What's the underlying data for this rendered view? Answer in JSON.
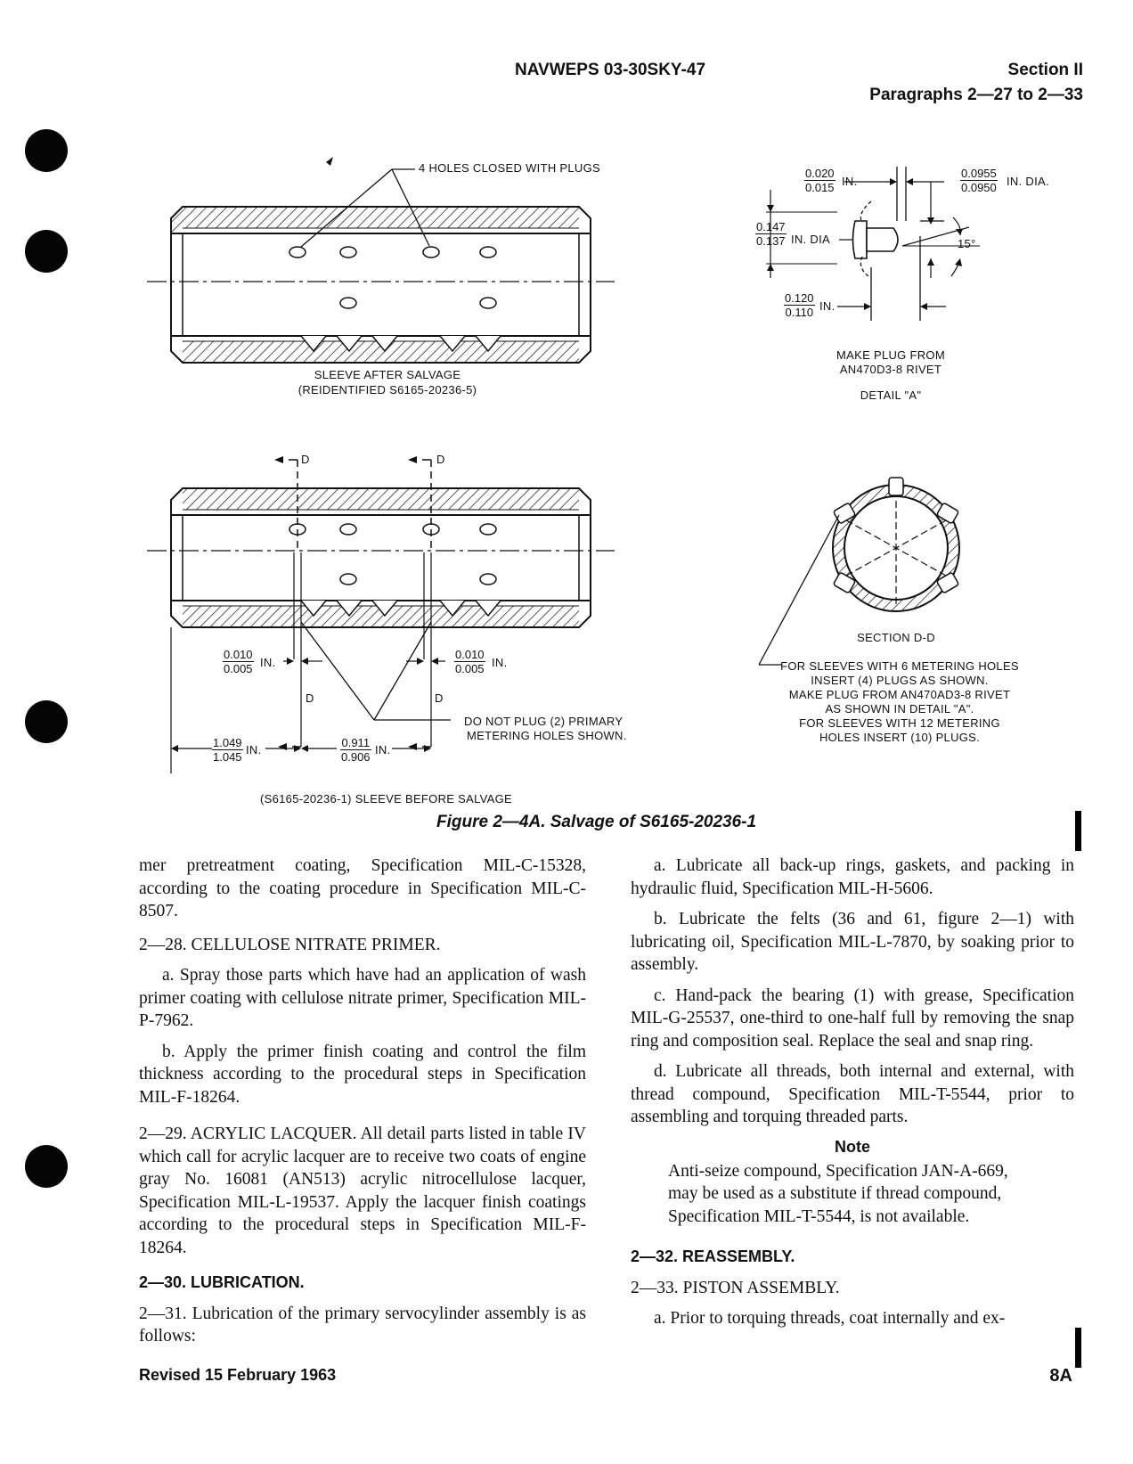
{
  "header": {
    "doc_number": "NAVWEPS 03-30SKY-47",
    "section": "Section II",
    "paragraphs": "Paragraphs 2—27 to 2—33"
  },
  "figure": {
    "caption": "Figure 2—4A. Salvage of S6165-20236-1",
    "top_sleeve": {
      "callout": "4 HOLES CLOSED WITH PLUGS",
      "caption_line1": "SLEEVE AFTER SALVAGE",
      "caption_line2": "(REIDENTIFIED S6165-20236-5)"
    },
    "detail_a": {
      "dim1_num": "0.020",
      "dim1_den": "0.015",
      "dim1_unit": "IN.",
      "dim2_num": "0.0955",
      "dim2_den": "0.0950",
      "dim2_unit": "IN. DIA.",
      "dim3_num": "0.147",
      "dim3_den": "0.137",
      "dim3_unit": "IN. DIA",
      "dim4_num": "0.120",
      "dim4_den": "0.110",
      "dim4_unit": "IN.",
      "angle": "15°",
      "note_line1": "MAKE PLUG FROM",
      "note_line2": "AN470D3-8 RIVET",
      "title": "DETAIL \"A\""
    },
    "bottom_sleeve": {
      "section_mark": "D",
      "dimL_num": "0.010",
      "dimL_den": "0.005",
      "dimL_unit": "IN.",
      "dimR_num": "0.010",
      "dimR_den": "0.005",
      "dimR_unit": "IN.",
      "dim_len1_num": "1.049",
      "dim_len1_den": "1.045",
      "dim_len1_unit": "IN.",
      "dim_len2_num": "0.911",
      "dim_len2_den": "0.906",
      "dim_len2_unit": "IN.",
      "callout_line1": "DO NOT PLUG (2) PRIMARY",
      "callout_line2": "METERING HOLES SHOWN.",
      "caption": "(S6165-20236-1) SLEEVE BEFORE SALVAGE"
    },
    "section_dd": {
      "title": "SECTION D-D",
      "note": [
        "FOR SLEEVES WITH 6 METERING HOLES",
        "INSERT (4) PLUGS AS SHOWN.",
        "MAKE PLUG FROM AN470AD3-8 RIVET",
        "AS SHOWN IN DETAIL \"A\".",
        "FOR SLEEVES WITH 12 METERING",
        "HOLES INSERT (10) PLUGS."
      ]
    }
  },
  "left_column": {
    "p_cont": "mer pretreatment coating, Specification MIL-C-15328, according to the coating procedure in Specification MIL-C-8507.",
    "h_228": "2—28. CELLULOSE NITRATE PRIMER.",
    "p_228a": "a. Spray those parts which have had an application of wash primer coating with cellulose nitrate primer, Specification MIL-P-7962.",
    "p_228b": "b. Apply the primer finish coating and control the film thickness according to the procedural steps in Specification MIL-F-18264.",
    "p_229": "2—29. ACRYLIC LACQUER. All detail parts listed in table IV which call for acrylic lacquer are to receive two coats of engine gray No. 16081 (AN513) acrylic nitrocellulose lacquer, Specification MIL-L-19537. Apply the lacquer finish coatings according to the procedural steps in Specification MIL-F-18264.",
    "h_230": "2—30. LUBRICATION.",
    "p_231": "2—31. Lubrication of the primary servocylinder assembly is as follows:"
  },
  "right_column": {
    "p_a": "a. Lubricate all back-up rings, gaskets, and packing in hydraulic fluid, Specification MIL-H-5606.",
    "p_b": "b. Lubricate the felts (36 and 61, figure 2—1) with lubricating oil, Specification MIL-L-7870, by soaking prior to assembly.",
    "p_c": "c. Hand-pack the bearing (1) with grease, Specification MIL-G-25537, one-third to one-half full by removing the snap ring and composition seal. Replace the seal and snap ring.",
    "p_d": "d. Lubricate all threads, both internal and external, with thread compound, Specification MIL-T-5544, prior to assembling and torquing threaded parts.",
    "note_title": "Note",
    "note_body": "Anti-seize compound, Specification JAN-A-669, may be used as a substitute if thread compound, Specification MIL-T-5544, is not available.",
    "h_232": "2—32. REASSEMBLY.",
    "h_233": "2—33. PISTON ASSEMBLY.",
    "p_233a": "a. Prior to torquing threads, coat internally and ex-"
  },
  "footer": {
    "revised": "Revised  15  February  1963",
    "page": "8A"
  }
}
